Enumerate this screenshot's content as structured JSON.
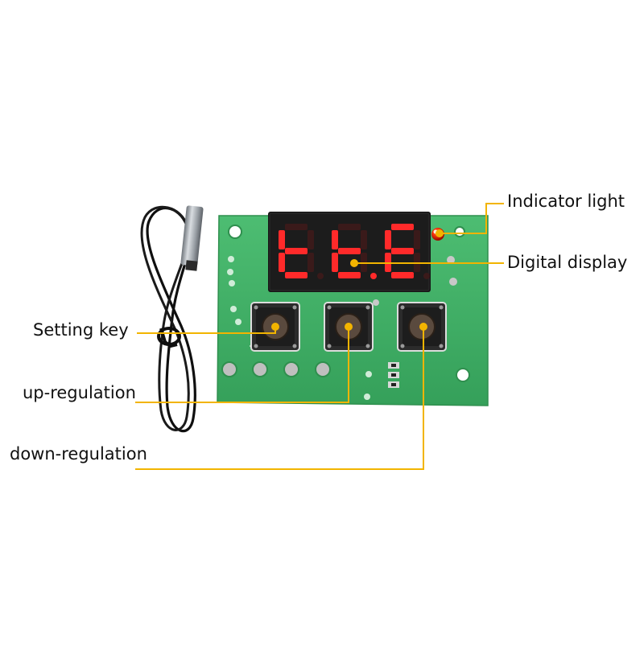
{
  "labels": {
    "indicator_light": "Indicator light",
    "digital_display": "Digital display",
    "setting_key": "Setting key",
    "up_regulation": "up-regulation",
    "down_regulation": "down-regulation"
  },
  "display_readout": [
    "t",
    "t.",
    "E"
  ],
  "colors": {
    "background": "#ffffff",
    "pcb": "#3fae63",
    "pcb_dark": "#2f8f4e",
    "display_body": "#161616",
    "segment_on": "#ff2a2a",
    "segment_off": "#3a1a1a",
    "led_red": "#ff2a10",
    "leader_line": "#f2b400",
    "label_text": "#111111",
    "button_base": "#2b2b2b",
    "button_cap": "#5a4a3e",
    "cable": "#0f0f0f",
    "probe_metal": "#9aa0a6"
  },
  "icons": [
    "temperature-probe-icon",
    "led-icon",
    "seven-segment-display",
    "tactile-button-icon"
  ]
}
